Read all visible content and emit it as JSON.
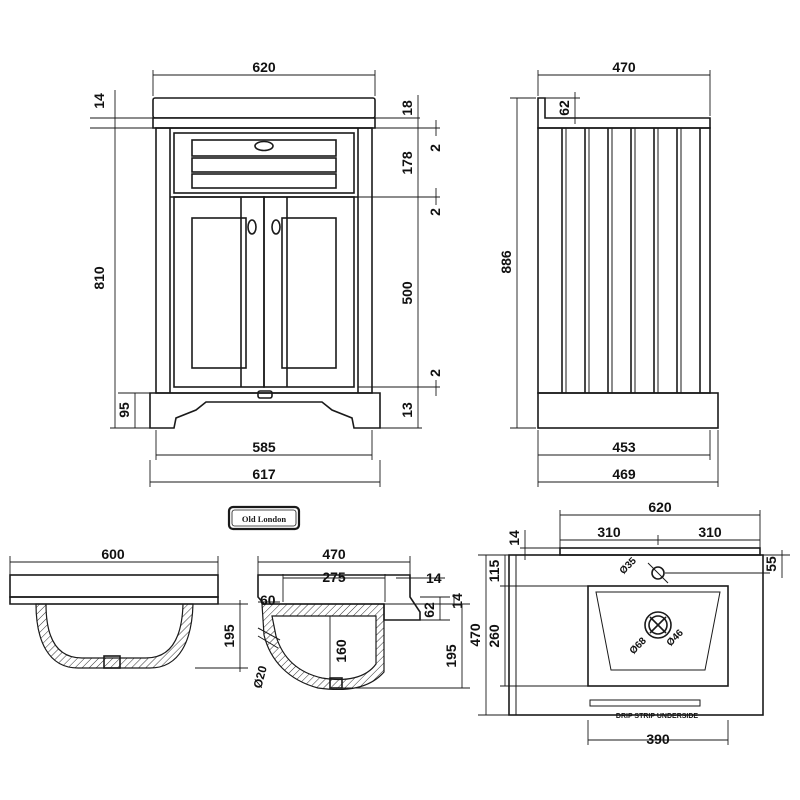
{
  "vanity_front": {
    "width_top": "620",
    "top_thickness": "14",
    "top_lip": "18",
    "drawer_height": "178",
    "gap_upper": "2",
    "gap_middle": "2",
    "door_height": "500",
    "gap_lower": "2",
    "plinth_gap": "13",
    "total_height": "810",
    "plinth_height": "95",
    "inner_width": "585",
    "overall_width": "617"
  },
  "vanity_side": {
    "depth_top": "470",
    "top_thickness": "62",
    "total_height": "886",
    "inner_depth": "453",
    "overall_depth": "469"
  },
  "logo": {
    "text": "Old London"
  },
  "basin_front": {
    "width": "600",
    "bowl_depth": "195"
  },
  "basin_section": {
    "depth": "470",
    "bowl_width": "275",
    "rim": "14",
    "offset": "60",
    "lip": "62",
    "lip_right": "14",
    "inner_depth": "160",
    "total_depth": "195",
    "waste_dia": "Ø20"
  },
  "basin_plan": {
    "width": "620",
    "half_left": "310",
    "half_right": "310",
    "back_edge": "14",
    "tap_hole_offset": "55",
    "tap_hole_dia": "Ø35",
    "tap_to_bowl": "115",
    "bowl_length": "260",
    "depth": "470",
    "waste_outer_dia": "Ø68",
    "waste_inner_dia": "Ø46",
    "drip_strip_label": "DRIP STRIP UNDERSIDE",
    "bowl_width": "390"
  }
}
